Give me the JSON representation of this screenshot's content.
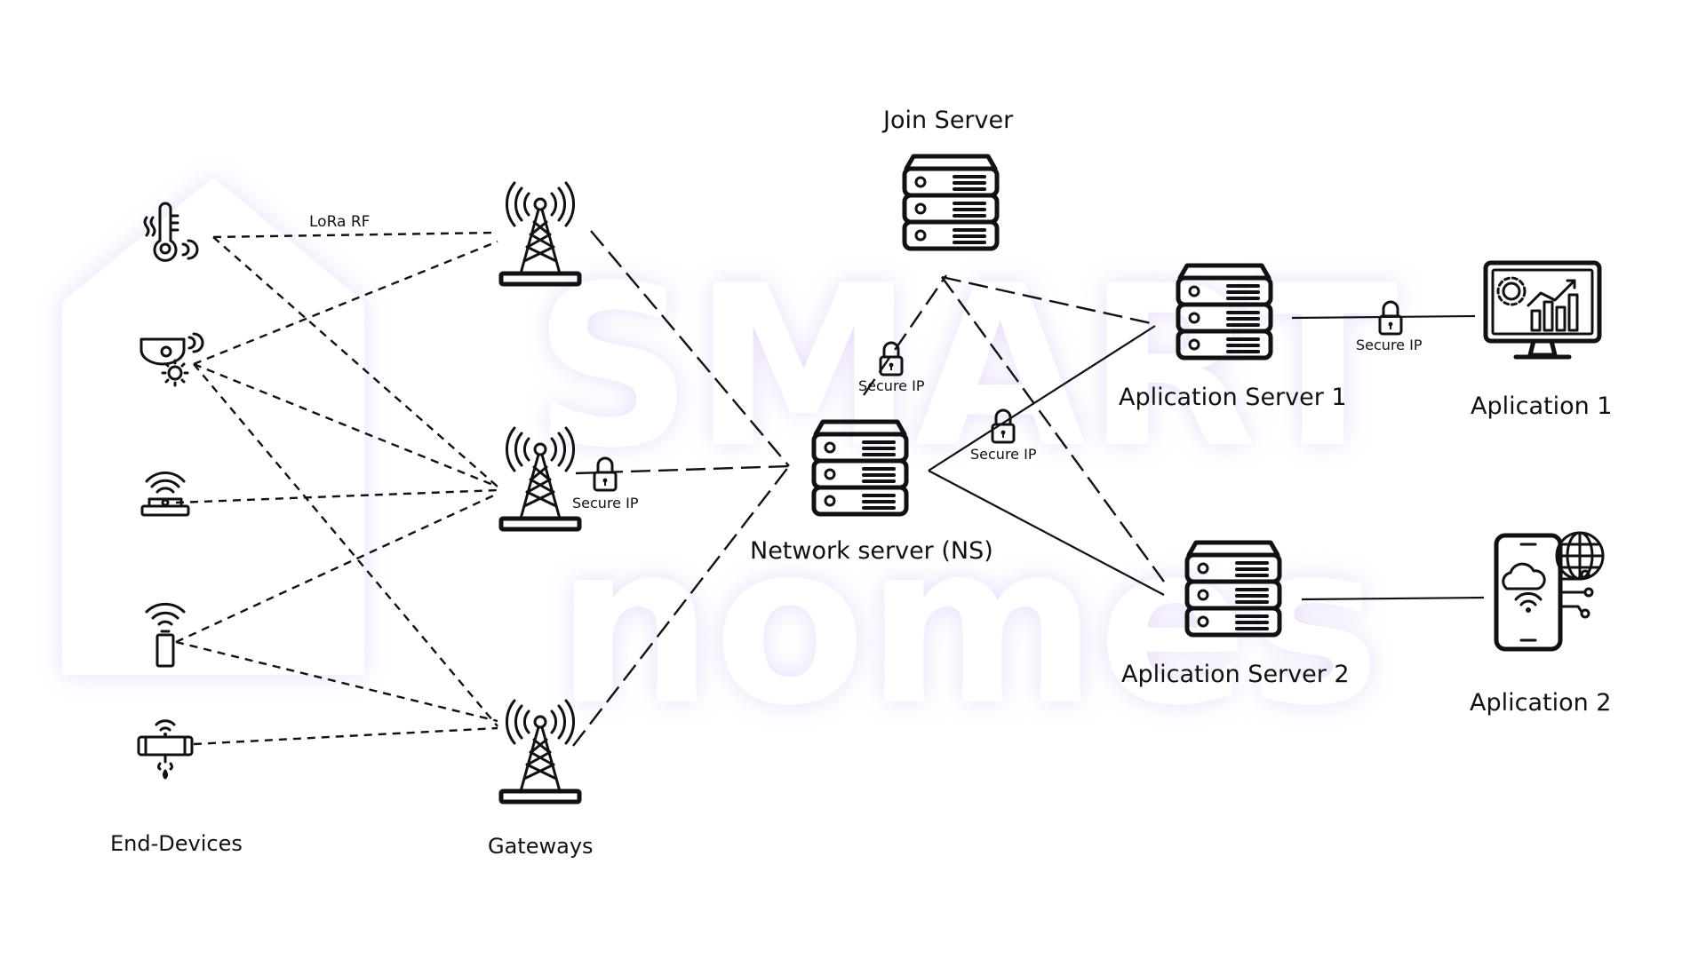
{
  "diagram": {
    "watermark": {
      "line1": "SMART",
      "line2": "nomes"
    },
    "labels": {
      "lora_rf": "LoRa RF",
      "end_devices": "End-Devices",
      "gateways": "Gateways",
      "join_server": "Join Server",
      "network_server": "Network server (NS)",
      "app_server_1": "Aplication Server 1",
      "app_server_2": "Aplication Server 2",
      "application_1": "Aplication 1",
      "application_2": "Aplication 2",
      "secure_ip_gateway": "Secure IP",
      "secure_ip_join": "Secure IP",
      "secure_ip_app": "Secure IP",
      "secure_ip_app1": "Secure IP"
    },
    "icons": {
      "end_devices": [
        "thermometer-icon",
        "camera-icon",
        "sensor-icon",
        "battery-icon",
        "water-pipe-icon"
      ],
      "gateways": [
        "tower-icon",
        "tower-icon",
        "tower-icon"
      ],
      "servers": [
        "server-icon"
      ],
      "applications": [
        "monitor-chart-icon",
        "phone-cloud-icon"
      ]
    },
    "colors": {
      "glow": "#e8dcfb",
      "ink": "#111111"
    }
  }
}
